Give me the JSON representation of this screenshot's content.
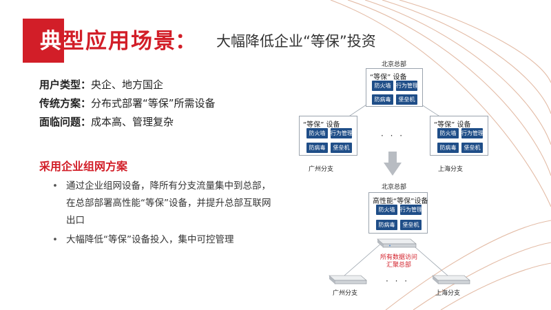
{
  "slide": {
    "title_part1": "典",
    "title_part2": "型应用场景",
    "title_colon": "：",
    "subtitle": "大幅降低企业“等保”投资"
  },
  "info": [
    {
      "label": "用户类型：",
      "value": "央企、地方国企"
    },
    {
      "label": "传统方案：",
      "value": "分布式部署“等保”所需设备"
    },
    {
      "label": "面临问题：",
      "value": "成本高、管理复杂"
    }
  ],
  "solution": {
    "title": "采用企业组网方案",
    "bullets": [
      "通过企业组网设备，降所有分支流量集中到总部，在总部部署高性能“等保”设备，并提升总部互联网出口",
      "大幅降低“等保”设备投入，集中可控管理"
    ]
  },
  "diagram": {
    "top_hq_label": "北京总部",
    "box_title": "“等保” 设备",
    "chips": [
      "防火墙",
      "行为管理",
      "防病毒",
      "堡垒机"
    ],
    "branch_left": "广州分支",
    "branch_right": "上海分支",
    "dots": "· · ·",
    "bottom_hq_label": "北京总部",
    "bottom_box_title": "高性能“等保”设备",
    "note": "所有数据访问汇聚总部",
    "bottom_left_branch": "广州分支",
    "bottom_right_branch": "上海分支",
    "colors": {
      "accent": "#d21e28",
      "chip": "#1f4e88",
      "arrow": "#b8bcc2"
    }
  }
}
